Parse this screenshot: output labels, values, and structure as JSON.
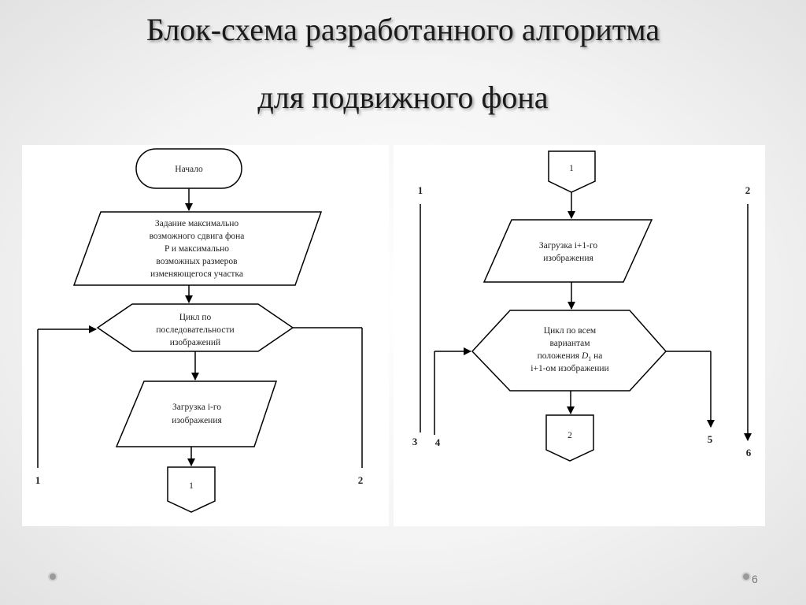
{
  "slide": {
    "title_line1": "Блок-схема разработанного алгоритма",
    "title_line2": "для подвижного фона",
    "page_number": "6"
  },
  "left_flow": {
    "start": "Начало",
    "input_lines": [
      "Задание максимально",
      "возможного сдвига фона",
      "P  и максимально",
      "возможных размеров",
      "изменяющегося участка"
    ],
    "loop_lines": [
      "Цикл по",
      "последовательности",
      "изображений"
    ],
    "load_lines": [
      "Загрузка i-го",
      "изображения"
    ],
    "connector": "1",
    "label_left": "1",
    "label_right": "2"
  },
  "right_flow": {
    "connector_in": "1",
    "load_lines": [
      "Загрузка i+1-го",
      "изображения"
    ],
    "loop_line1": "Цикл по всем",
    "loop_line2": "вариантам",
    "loop_line3_a": "положения ",
    "loop_line3_var": "D",
    "loop_line3_sub": "1",
    "loop_line3_b": " на",
    "loop_line4": "i+1-ом изображении",
    "connector_out": "2",
    "label_1": "1",
    "label_2": "2",
    "label_3": "3",
    "label_4": "4",
    "label_5": "5",
    "label_6": "6"
  }
}
